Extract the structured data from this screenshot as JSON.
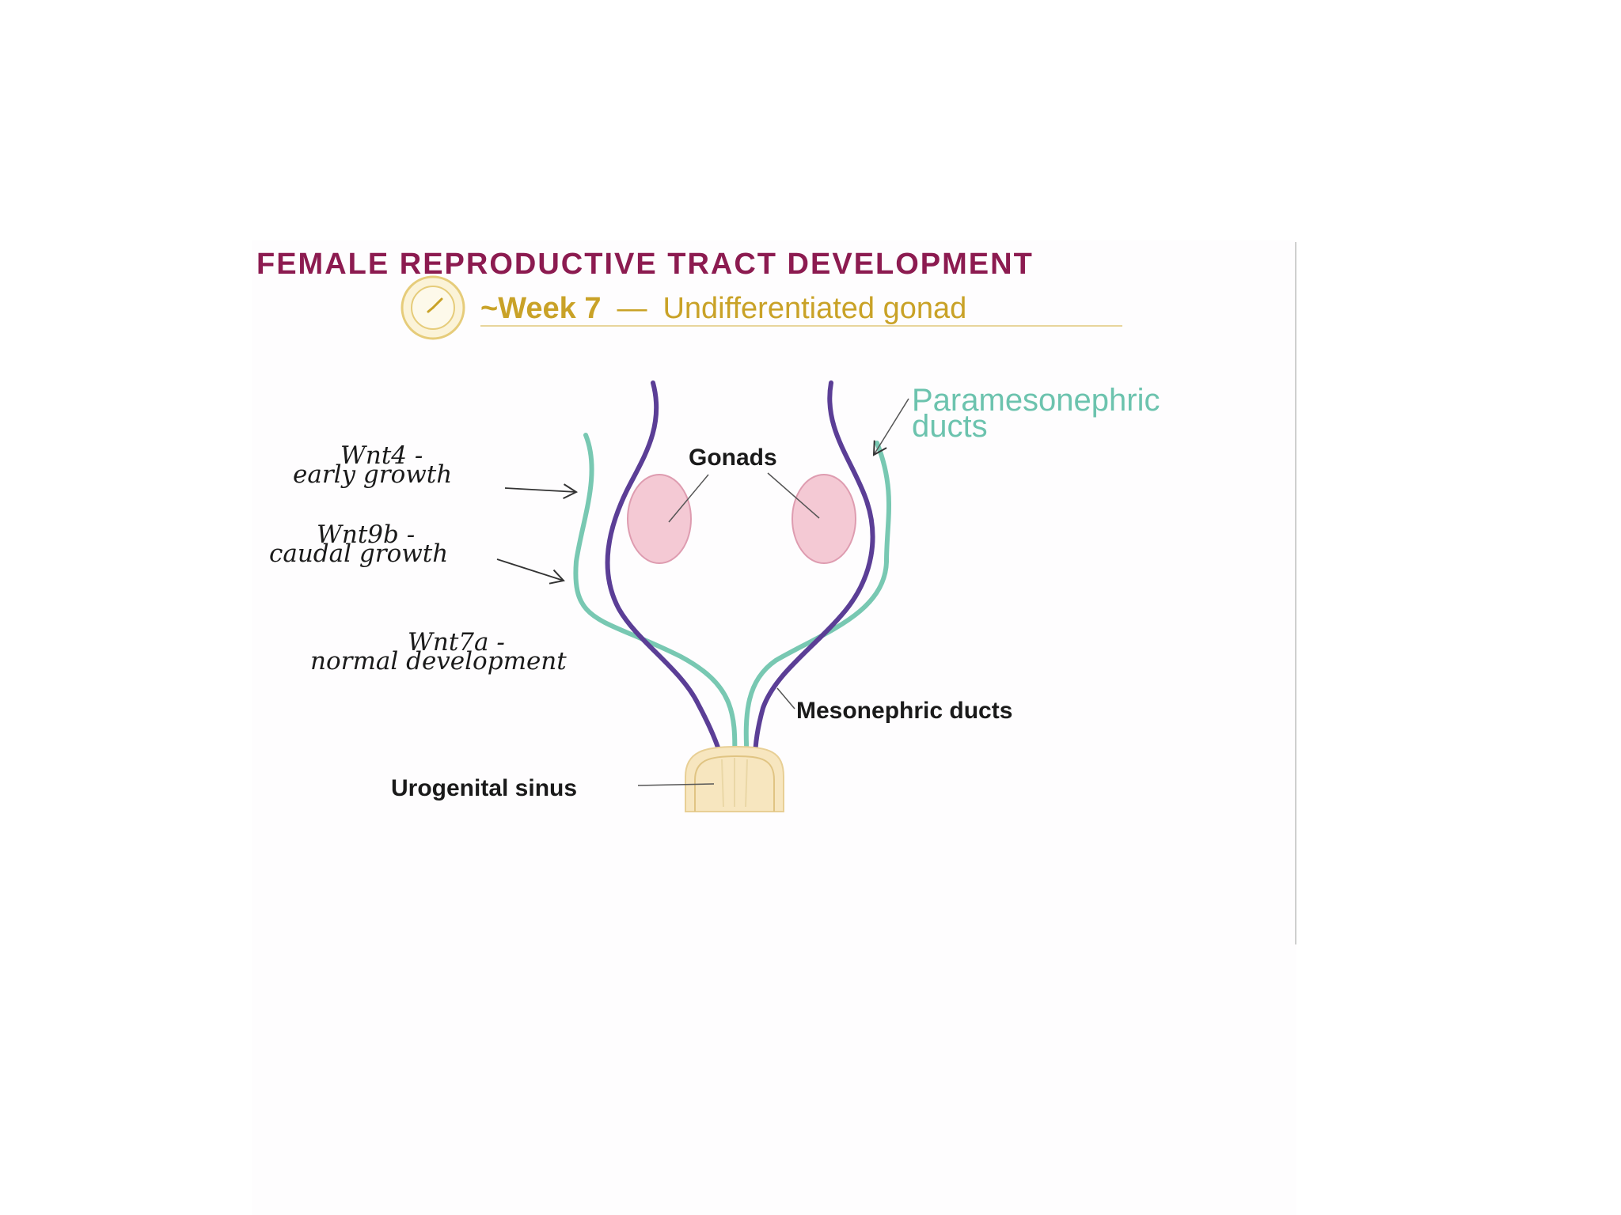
{
  "title": "FEMALE REPRODUCTIVE TRACT DEVELOPMENT",
  "subtitle": {
    "week": "~Week 7",
    "dash": "—",
    "stage": "Undifferentiated gonad"
  },
  "labels": {
    "wnt4_name": "Wnt4 -",
    "wnt4_desc": "early growth",
    "wnt9b_name": "Wnt9b -",
    "wnt9b_desc": "caudal growth",
    "wnt7a_name": "Wnt7a -",
    "wnt7a_desc": "normal development",
    "gonads": "Gonads",
    "paramesonephric_line1": "Paramesonephric",
    "paramesonephric_line2": "ducts",
    "mesonephric": "Mesonephric ducts",
    "urogenital_sinus": "Urogenital sinus"
  },
  "icons": [
    "clock-icon"
  ],
  "colors": {
    "title": "#8c1b50",
    "subtitle": "#c9a227",
    "mesonephric_duct": "#5b3e96",
    "paramesonephric_duct": "#78c8b2",
    "gonad_fill": "#f4c9d4",
    "sinus_fill": "#f7e6bf"
  }
}
